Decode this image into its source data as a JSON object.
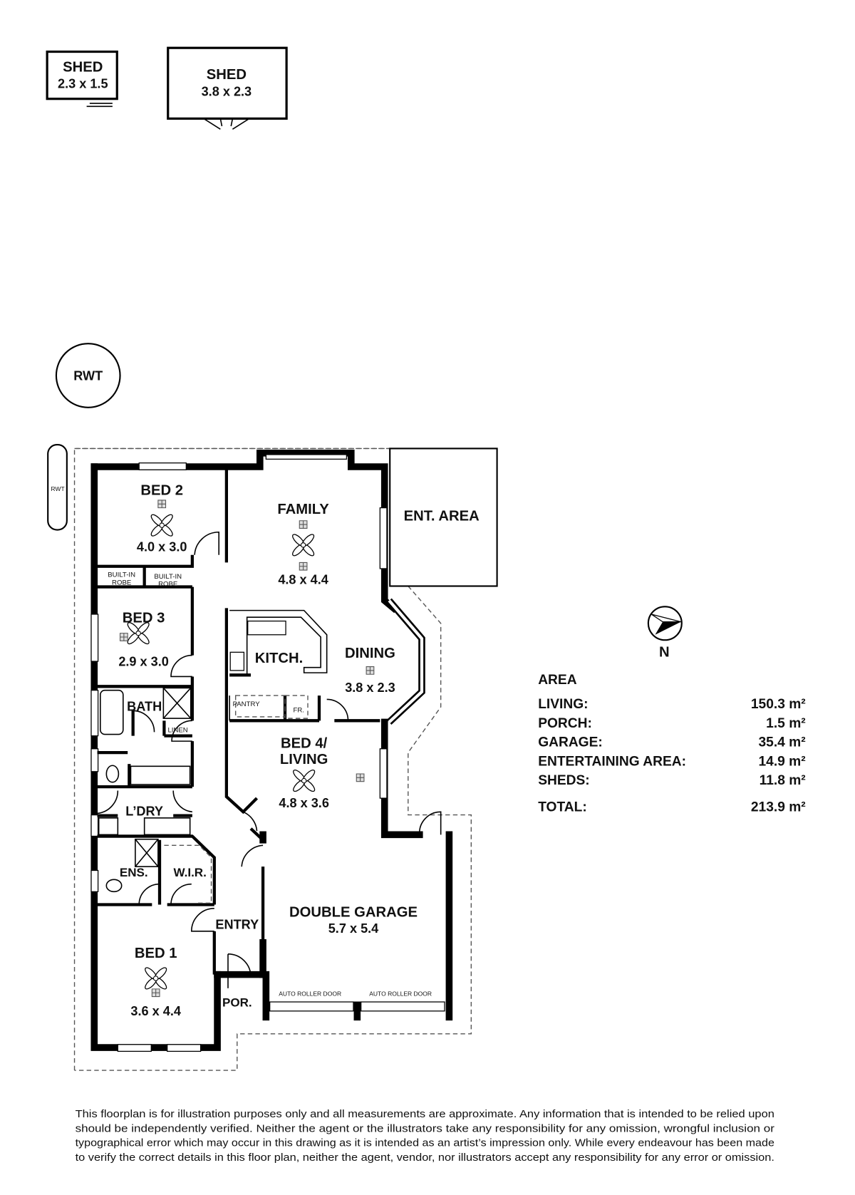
{
  "sheds": [
    {
      "label": "SHED",
      "size": "2.3 x 1.5"
    },
    {
      "label": "SHED",
      "size": "3.8 x 2.3"
    }
  ],
  "rwt": {
    "large": "RWT",
    "small": "RWT"
  },
  "rooms": {
    "bed2": {
      "label": "BED 2",
      "size": "4.0 x 3.0"
    },
    "family": {
      "label": "FAMILY",
      "size": "4.8 x 4.4"
    },
    "ent_area": {
      "label": "ENT. AREA"
    },
    "robe1": {
      "line1": "BUILT-IN",
      "line2": "ROBE"
    },
    "robe2": {
      "line1": "BUILT-IN",
      "line2": "ROBE"
    },
    "bed3": {
      "label": "BED 3",
      "size": "2.9 x 3.0"
    },
    "kitchen": {
      "label": "KITCH."
    },
    "dining": {
      "label": "DINING",
      "size": "3.8 x 2.3"
    },
    "bath": {
      "label": "BATH"
    },
    "linen": {
      "label": "LINEN"
    },
    "pantry": {
      "label": "PANTRY"
    },
    "fridge": {
      "label": "FR."
    },
    "bed4": {
      "line1": "BED 4/",
      "line2": "LIVING",
      "size": "4.8 x 3.6"
    },
    "laundry": {
      "label": "L’DRY"
    },
    "ensuite": {
      "label": "ENS."
    },
    "wir": {
      "label": "W.I.R."
    },
    "entry": {
      "label": "ENTRY"
    },
    "garage": {
      "label": "DOUBLE GARAGE",
      "size": "5.7 x 5.4"
    },
    "bed1": {
      "label": "BED 1",
      "size": "3.6 x 4.4"
    },
    "porch": {
      "label": "POR."
    },
    "roller_doors": [
      "AUTO ROLLER DOOR",
      "AUTO ROLLER DOOR"
    ]
  },
  "compass": {
    "label": "N"
  },
  "area": {
    "title": "AREA",
    "rows": [
      {
        "label": "LIVING:",
        "value": "150.3 m²"
      },
      {
        "label": "PORCH:",
        "value": "1.5 m²"
      },
      {
        "label": "GARAGE:",
        "value": "35.4 m²"
      },
      {
        "label": "ENTERTAINING AREA:",
        "value": "14.9 m²"
      },
      {
        "label": "SHEDS:",
        "value": "11.8 m²"
      }
    ],
    "total": {
      "label": "TOTAL:",
      "value": "213.9 m²"
    }
  },
  "disclaimer": [
    "This floorplan is for illustration purposes only and all measurements are approximate. Any information that is intended to be relied upon",
    "should be independently verified. Neither the agent or the illustrators take any responsibility for any omission, wrongful inclusion or",
    "typographical error which may occur in this drawing as it is intended as an artist’s impression only. While every endeavour has been made",
    "to verify the correct details in this floor plan, neither the agent, vendor, nor illustrators accept any responsibility for any error or omission."
  ]
}
